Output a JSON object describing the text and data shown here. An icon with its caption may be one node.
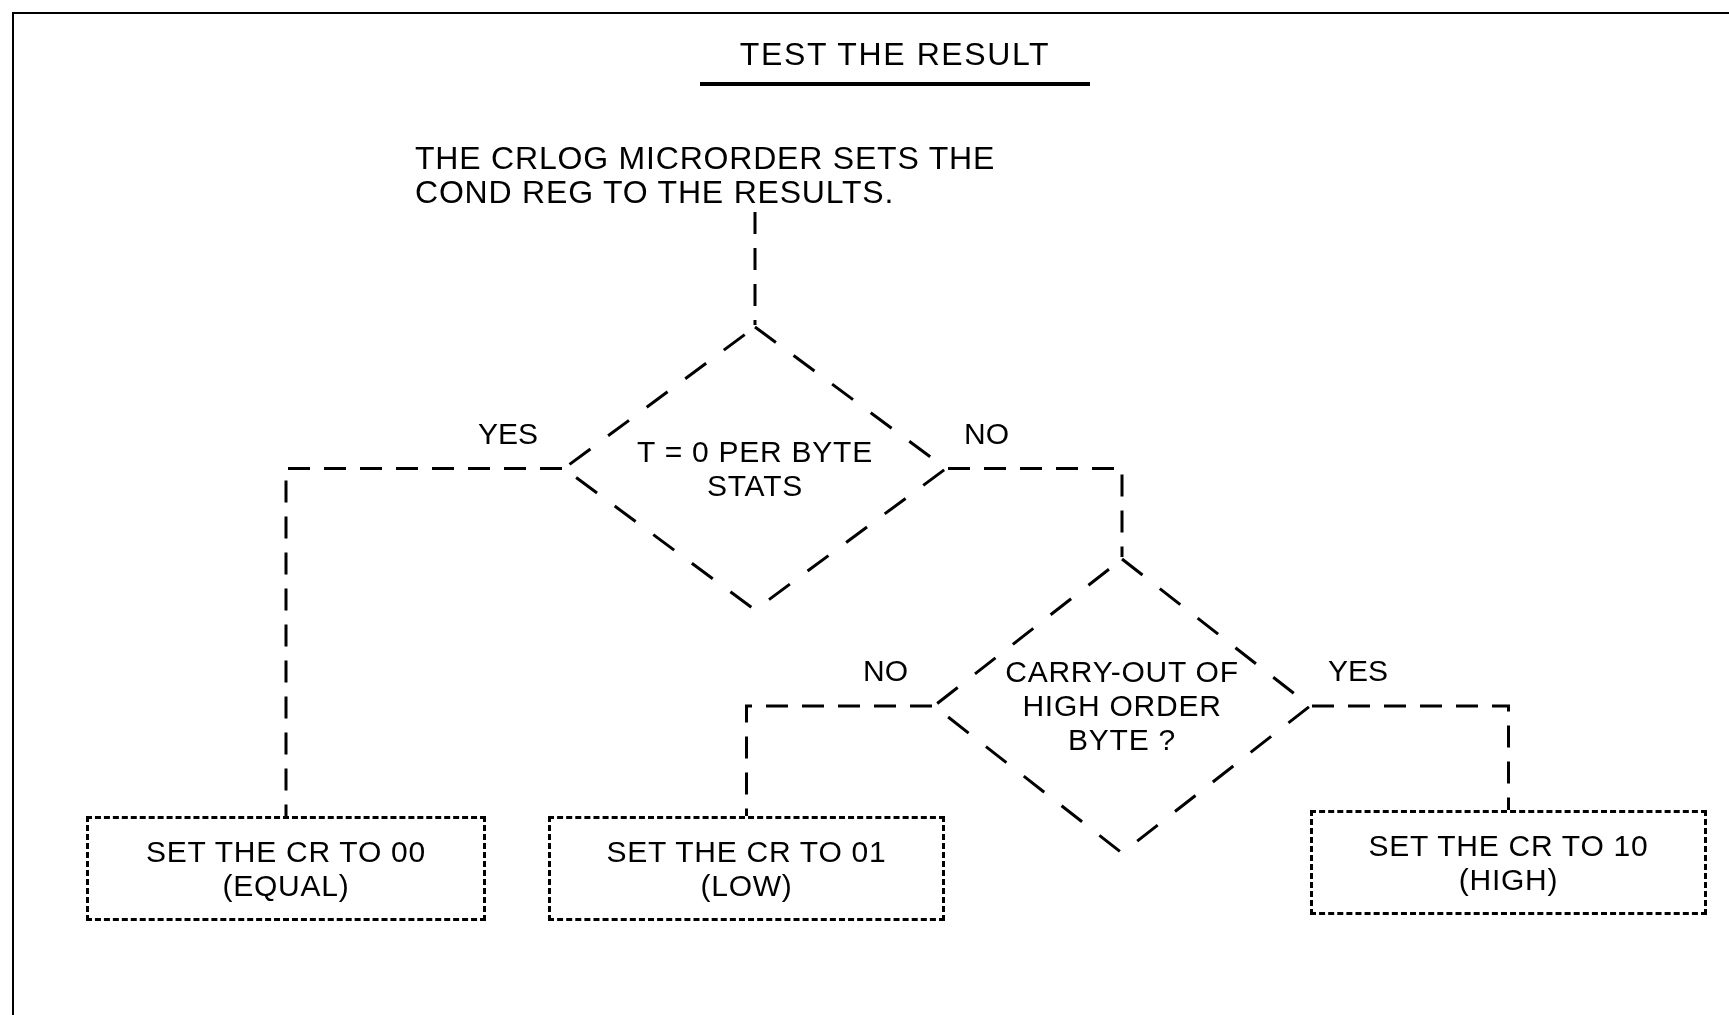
{
  "diagram": {
    "title": "TEST THE RESULT",
    "nodes": [
      {
        "text": [
          "THE CRLOG MICRORDER SETS THE COND REG TO THE RESULTS."
        ]
      },
      {
        "text": [
          "T = 0 PER BYTE STATS"
        ]
      },
      {
        "text": [
          "CARRY-OUT OF HIGH ORDER BYTE ?"
        ]
      },
      {
        "text": [
          "SET THE CR TO 00 (EQUAL)"
        ]
      },
      {
        "text": [
          "SET THE CR TO 01 (LOW)"
        ]
      },
      {
        "text": [
          "SET THE CR TO 10 (HIGH)"
        ]
      }
    ],
    "edges": [
      {
        "from": 0,
        "to": 1,
        "arrow": "none",
        "style": "dashed"
      },
      {
        "from": 1,
        "to": 3,
        "label": "YES",
        "arrow": "none",
        "style": "dashed"
      },
      {
        "from": 1,
        "to": 2,
        "label": "NO",
        "arrow": "none",
        "style": "dashed"
      },
      {
        "from": 2,
        "to": 4,
        "label": "NO",
        "arrow": "none",
        "style": "dashed"
      },
      {
        "from": 2,
        "to": 5,
        "label": "YES",
        "arrow": "none",
        "style": "dashed"
      }
    ]
  }
}
